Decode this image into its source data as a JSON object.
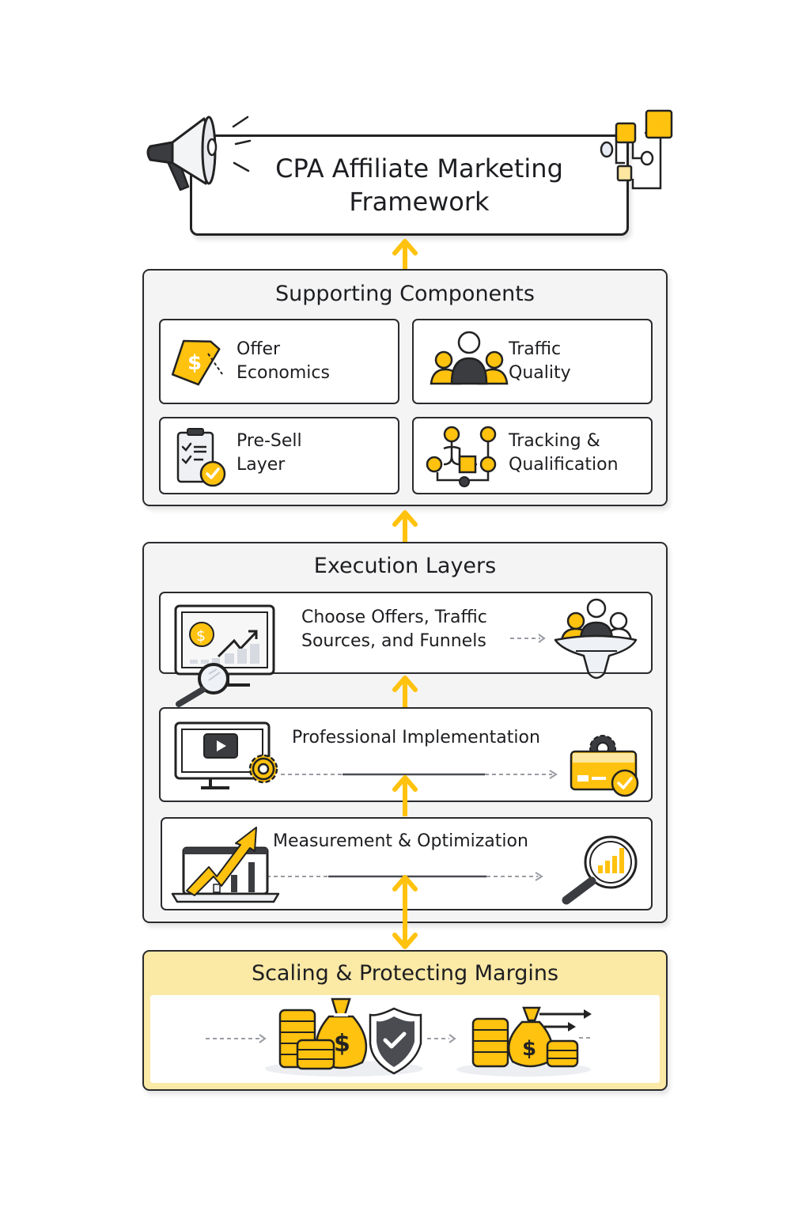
{
  "title": {
    "line1": "CPA Affiliate Marketing",
    "line2": "Framework",
    "icon_left": "megaphone-icon",
    "icon_right": "network-nodes-icon"
  },
  "colors": {
    "accent": "#FFC20E",
    "accent_pale": "#FBE9A6",
    "panel_bg": "#F4F4F5",
    "ink": "#222326",
    "muted": "#9A9CA3"
  },
  "supporting": {
    "title": "Supporting Components",
    "items": [
      {
        "line1": "Offer",
        "line2": "Economics",
        "icon": "price-tag-dollar-icon"
      },
      {
        "line1": "Traffic",
        "line2": "Quality",
        "icon": "audience-group-icon"
      },
      {
        "line1": "Pre-Sell",
        "line2": "Layer",
        "icon": "checklist-clipboard-icon"
      },
      {
        "line1": "Tracking &",
        "line2": "Qualification",
        "icon": "tracking-flow-icon"
      }
    ]
  },
  "execution": {
    "title": "Execution Layers",
    "rows": [
      {
        "line1": "Choose Offers, Traffic",
        "line2": "Sources, and Funnels",
        "icon_left": "monitor-analytics-search-icon",
        "icon_right": "audience-funnel-icon"
      },
      {
        "line1": "Professional Implementation",
        "icon_left": "monitor-video-gear-icon",
        "icon_right": "payment-card-check-icon"
      },
      {
        "line1": "Measurement & Optimization",
        "icon_left": "laptop-growth-arrow-icon",
        "icon_right": "magnifier-bar-chart-icon"
      }
    ]
  },
  "scaling": {
    "title": "Scaling & Protecting Margins",
    "icons": [
      "coins-moneybag-shield-icon",
      "coins-moneybag-arrows-icon"
    ]
  }
}
